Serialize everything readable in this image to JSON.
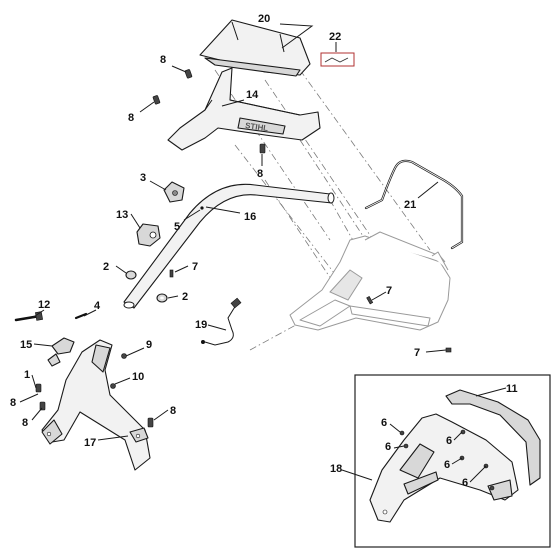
{
  "diagram": {
    "callouts": {
      "c20": "20",
      "c22": "22",
      "c8a": "8",
      "c8b": "8",
      "c14": "14",
      "c8c": "8",
      "c3": "3",
      "c16": "16",
      "c5": "5",
      "c13": "13",
      "c21": "21",
      "c2a": "2",
      "c7a": "7",
      "c2b": "2",
      "c7b": "7",
      "c12": "12",
      "c4": "4",
      "c19": "19",
      "c7c": "7",
      "c15": "15",
      "c9": "9",
      "c1": "1",
      "c10": "10",
      "c8d": "8",
      "c8e": "8",
      "c8f": "8",
      "c17": "17",
      "c11": "11",
      "c6a": "6",
      "c6b": "6",
      "c6c": "6",
      "c6d": "6",
      "c6e": "6",
      "c18": "18"
    }
  }
}
